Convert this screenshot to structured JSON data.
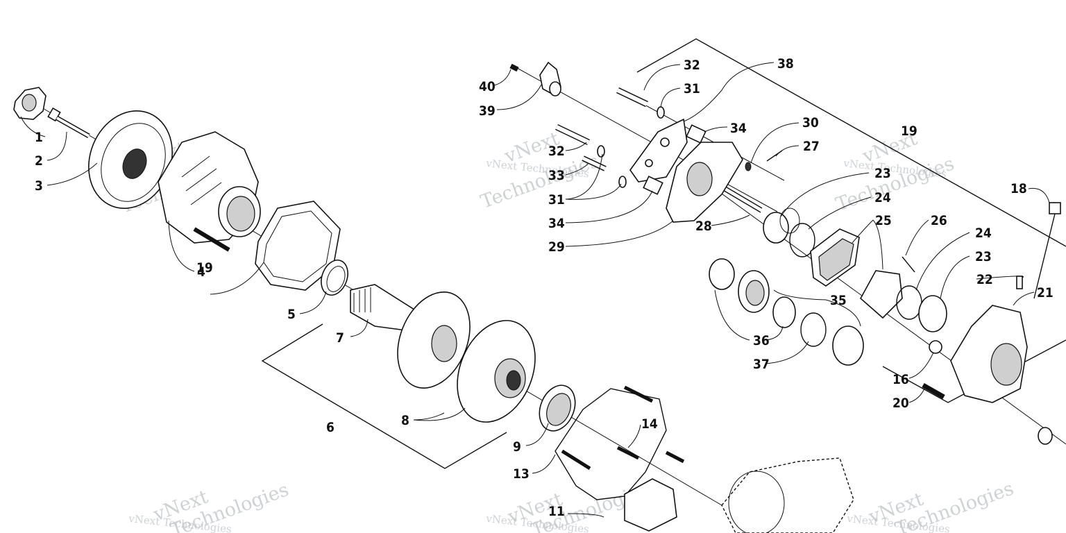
{
  "callouts": [
    {
      "id": "c1",
      "text": "1"
    },
    {
      "id": "c2",
      "text": "2"
    },
    {
      "id": "c3",
      "text": "3"
    },
    {
      "id": "c4",
      "text": "4"
    },
    {
      "id": "c5",
      "text": "5"
    },
    {
      "id": "c6",
      "text": "6"
    },
    {
      "id": "c7",
      "text": "7"
    },
    {
      "id": "c8",
      "text": "8"
    },
    {
      "id": "c9",
      "text": "9"
    },
    {
      "id": "c11",
      "text": "11"
    },
    {
      "id": "c13",
      "text": "13"
    },
    {
      "id": "c14",
      "text": "14"
    },
    {
      "id": "c16",
      "text": "16"
    },
    {
      "id": "c18",
      "text": "18"
    },
    {
      "id": "c19a",
      "text": "19"
    },
    {
      "id": "c19b",
      "text": "19"
    },
    {
      "id": "c20",
      "text": "20"
    },
    {
      "id": "c21",
      "text": "21"
    },
    {
      "id": "c22",
      "text": "22"
    },
    {
      "id": "c23a",
      "text": "23"
    },
    {
      "id": "c23b",
      "text": "23"
    },
    {
      "id": "c24a",
      "text": "24"
    },
    {
      "id": "c24b",
      "text": "24"
    },
    {
      "id": "c25",
      "text": "25"
    },
    {
      "id": "c26",
      "text": "26"
    },
    {
      "id": "c27",
      "text": "27"
    },
    {
      "id": "c28",
      "text": "28"
    },
    {
      "id": "c29",
      "text": "29"
    },
    {
      "id": "c30",
      "text": "30"
    },
    {
      "id": "c31a",
      "text": "31"
    },
    {
      "id": "c31b",
      "text": "31"
    },
    {
      "id": "c32a",
      "text": "32"
    },
    {
      "id": "c32b",
      "text": "32"
    },
    {
      "id": "c33",
      "text": "33"
    },
    {
      "id": "c34a",
      "text": "34"
    },
    {
      "id": "c34b",
      "text": "34"
    },
    {
      "id": "c35",
      "text": "35"
    },
    {
      "id": "c36",
      "text": "36"
    },
    {
      "id": "c37",
      "text": "37"
    },
    {
      "id": "c38",
      "text": "38"
    },
    {
      "id": "c39",
      "text": "39"
    },
    {
      "id": "c40",
      "text": "40"
    }
  ],
  "watermark": {
    "brand": "vNext",
    "company": "vNext Technologies",
    "word": "Technologies"
  }
}
